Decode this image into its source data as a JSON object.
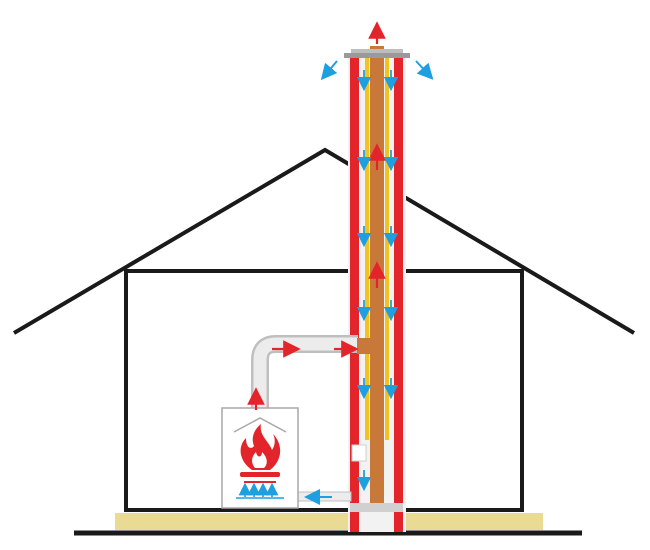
{
  "diagram": {
    "kind": "chimney-draft-schematic",
    "components": [
      "house-outline",
      "roof",
      "foundation-slab",
      "boiler-with-flame",
      "flue-connector-pipe",
      "fresh-air-supply-pipe",
      "coaxial-chimney",
      "chimney-cap"
    ],
    "flows": {
      "exhaust": {
        "color": "#e3242b",
        "direction": "up"
      },
      "fresh_air": {
        "color": "#1d9fe0",
        "direction": "down"
      }
    },
    "colors": {
      "outer_pipe": "#e3242b",
      "inner_insulation": "#f4c21c",
      "flue_core": "#c8793a",
      "pipe_light": "#e6e6e6",
      "outline": "#1a1a1a",
      "slab": "#e9da94"
    },
    "icons": {
      "flame": "fire-icon",
      "exhaust_arrow": "red-arrow-icon",
      "air_arrow": "blue-arrow-icon"
    }
  }
}
